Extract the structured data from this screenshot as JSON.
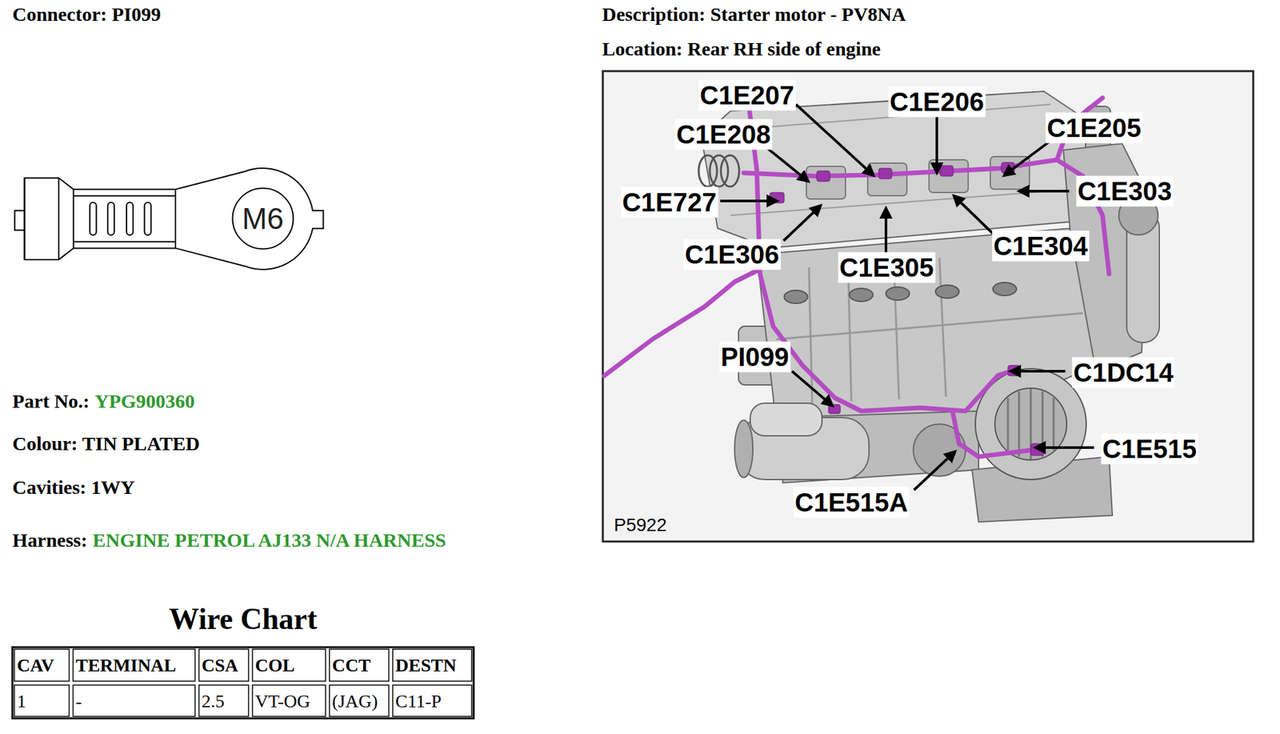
{
  "diagram": {
    "title": "Connector: PI099",
    "nodes": [
      {
        "text": [
          "M6"
        ]
      }
    ],
    "labels": [
      "Description: Starter motor - PV8NA",
      "Location: Rear RH side of engine",
      "Part No.:",
      "YPG900360",
      "Colour: TIN PLATED",
      "Cavities: 1WY",
      "Harness:",
      "ENGINE PETROL AJ133 N/A HARNESS",
      "Wire Chart",
      "CAV",
      "TERMINAL",
      "CSA",
      "COL",
      "CCT",
      "DESTN",
      "1",
      "-",
      "2.5",
      "VT-OG",
      "(JAG)",
      "C11-P",
      "C1E207",
      "C1E208",
      "C1E206",
      "C1E205",
      "C1E727",
      "C1E303",
      "C1E306",
      "C1E305",
      "C1E304",
      "PI099",
      "C1DC14",
      "C1E515",
      "C1E515A",
      "P5922"
    ]
  }
}
